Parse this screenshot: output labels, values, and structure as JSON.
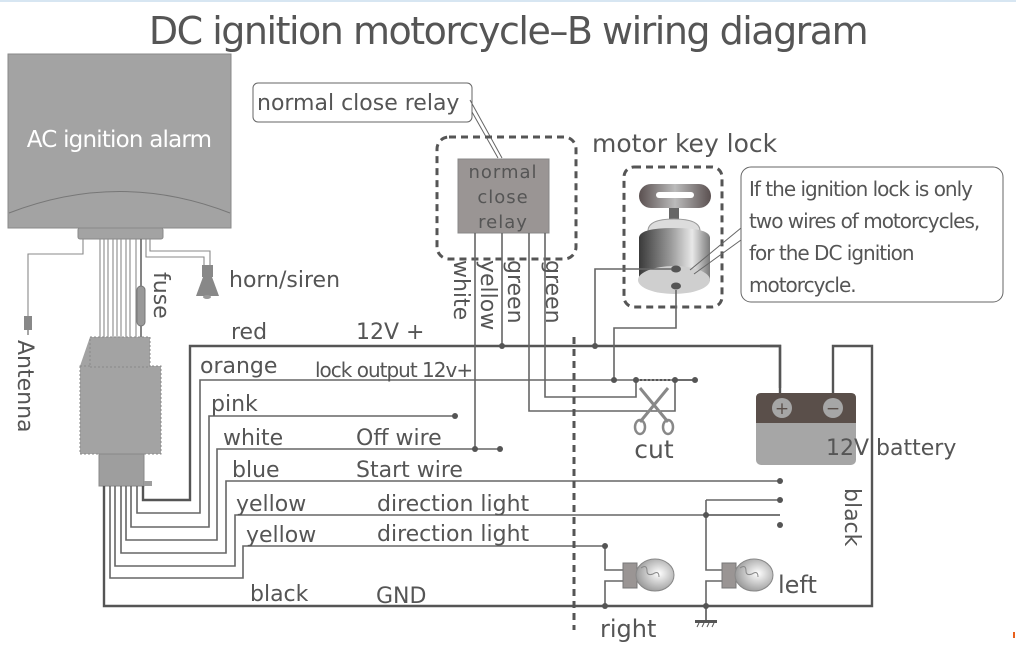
{
  "title": "DC ignition motorcycle–B wiring diagram",
  "alarm_unit": {
    "label": "AC ignition alarm"
  },
  "components": {
    "antenna": "Antenna",
    "fuse": "fuse",
    "horn": "horn/siren",
    "relay_callout": "normal close relay",
    "relay_box": [
      "normal",
      "close",
      "relay"
    ],
    "key_lock": "motor key lock",
    "key_note": [
      "If the ignition lock is only",
      "two wires of motorcycles,",
      "for the DC ignition",
      "motorcycle."
    ],
    "cut": "cut",
    "battery": "12V battery",
    "battery_plus": "+",
    "battery_minus": "−",
    "bulb_right": "right",
    "bulb_left": "left",
    "battery_ground_wire": "black"
  },
  "relay_wires": [
    "white",
    "yellow",
    "green",
    "green"
  ],
  "harness_wires": [
    {
      "color": "red",
      "function": "12V +"
    },
    {
      "color": "orange",
      "function": "lock output 12v+"
    },
    {
      "color": "pink",
      "function": ""
    },
    {
      "color": "white",
      "function": "Off wire"
    },
    {
      "color": "blue",
      "function": "Start wire"
    },
    {
      "color": "yellow",
      "function": "direction light"
    },
    {
      "color": "yellow",
      "function": "direction light"
    },
    {
      "color": "black",
      "function": "GND"
    }
  ],
  "colors": {
    "text": "#555555",
    "unit_fill": "#a3a3a3",
    "relay_fill": "#9a9594",
    "battery_top": "#5a4f4a",
    "battery_body": "#a6a6a6",
    "accent_mark": "#e8601c"
  }
}
